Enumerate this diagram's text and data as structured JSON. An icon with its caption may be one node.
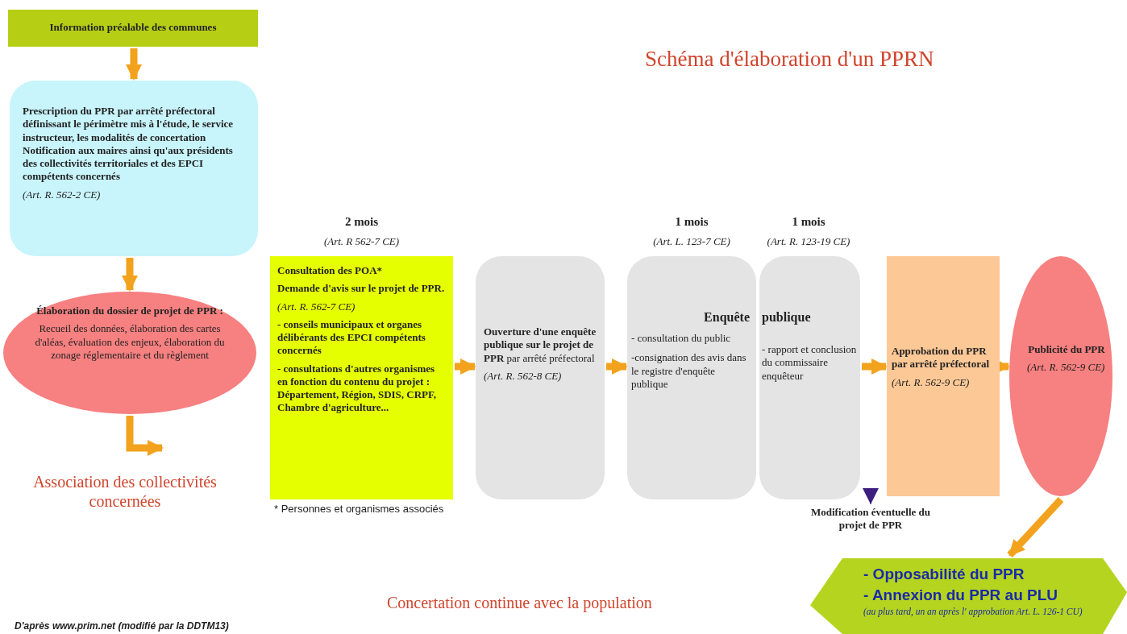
{
  "diagram": {
    "title": "Schéma d'élaboration d'un PPRN",
    "nodes": [
      {
        "text": [
          "Information préalable des communes"
        ]
      },
      {
        "text": [
          "Prescription du PPR par arrêté préfectoral définissant le périmètre mis à l'étude, le service instructeur, les modalités de concertation Notification aux maires ainsi qu'aux présidents des collectivités territoriales et des EPCI compétents concernés",
          "(Art. R. 562-2 CE)"
        ]
      },
      {
        "text": [
          "Élaboration du dossier de projet de PPR :",
          "Recueil des données, élaboration des cartes d'aléas, évaluation des enjeux, élaboration du zonage réglementaire et du règlement"
        ]
      },
      {
        "text": [
          "Association des collectivités concernées"
        ]
      },
      {
        "text": [
          "Consultation des POA*",
          "Demande d'avis sur le projet de PPR.",
          "(Art. R. 562-7 CE)",
          "- conseils municipaux et organes délibérants des EPCI compétents concernés",
          "- consultations d'autres organismes en fonction du contenu du projet : Département, Région, SDIS, CRPF, Chambre d'agriculture..."
        ],
        "beside": [
          "2 mois",
          "(Art. R 562-7 CE)",
          "* Personnes et organismes associés"
        ]
      },
      {
        "text": [
          "**Ouverture d'une enquête publique sur le projet de PPR** par arrêté préfectoral",
          "(Art. R. 562-8 CE)"
        ]
      },
      {
        "text": [
          "Enquête",
          "- consultation du public",
          "-consignation des avis dans le registre d'enquête publique"
        ],
        "beside": [
          "1 mois",
          "(Art. L. 123-7 CE)"
        ]
      },
      {
        "text": [
          "publique",
          "- rapport et conclusion du commissaire enquêteur"
        ],
        "beside": [
          "1 mois",
          "(Art. R. 123-19 CE)"
        ]
      },
      {
        "text": [
          "**Approbation du PPR** par arrêté préfectoral",
          "(Art. R. 562-9 CE)"
        ]
      },
      {
        "text": [
          "Publicité du PPR",
          "(Art. R. 562-9 CE)"
        ]
      },
      {
        "text": [
          "Modification éventuelle du projet de PPR"
        ]
      },
      {
        "text": [
          "- Opposabilité du PPR",
          "- Annexion du PPR au PLU",
          "(au plus tard, un an après l' approbation Art. L. 126-1 CU)"
        ]
      }
    ],
    "edges": [
      {
        "from": 0,
        "to": 1,
        "arrow": "to"
      },
      {
        "from": 1,
        "to": 2,
        "arrow": "to"
      },
      {
        "from": 2,
        "to": 3,
        "arrow": "to"
      },
      {
        "from": 4,
        "to": 5,
        "arrow": "to"
      },
      {
        "from": 5,
        "to": 6,
        "arrow": "to"
      },
      {
        "from": 7,
        "to": 8,
        "arrow": "to"
      },
      {
        "from": 8,
        "to": 9,
        "arrow": "to"
      },
      {
        "from": 9,
        "to": 11,
        "arrow": "to"
      },
      {
        "from": null,
        "to": 10,
        "arrow": "to",
        "color": "#3b1e80"
      }
    ],
    "labels": [
      "Concertation continue avec la population",
      "D'après www.prim.net (modifié par la DDTM13)"
    ]
  }
}
